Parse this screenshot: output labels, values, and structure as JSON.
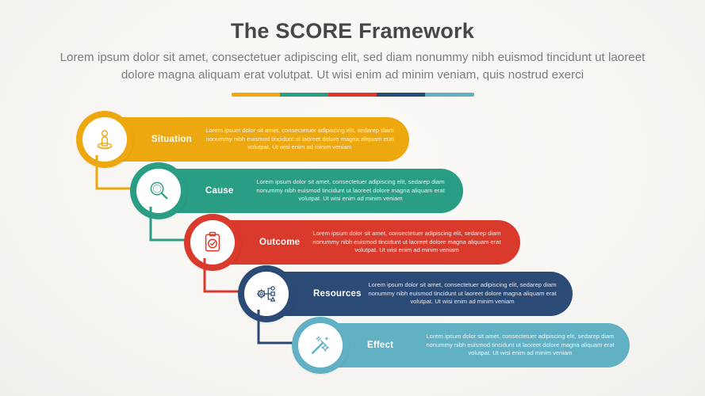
{
  "header": {
    "title": "The SCORE Framework",
    "subtitle": "Lorem ipsum dolor sit amet, consectetuer adipiscing elit, sed diam nonummy nibh euismod tincidunt ut laoreet dolore magna aliquam erat volutpat. Ut wisi enim ad minim veniam, quis nostrud exerci"
  },
  "divider": {
    "colors": [
      "#eda70f",
      "#2a9d85",
      "#d93a2b",
      "#2b4a76",
      "#62b0c4"
    ]
  },
  "rows": [
    {
      "label": "Situation",
      "icon": "meditation-person-icon",
      "color": "#eda70f",
      "description": "Lorem ipsum dolor sit amet, consectetuer adipiscing elit, sedarep diam nonummy nibh euismod tincidunt ut laoreet dolore magna aliquam erat volutpat. Ut wisi enim ad minim veniam"
    },
    {
      "label": "Cause",
      "icon": "magnifier-icon",
      "color": "#2a9d85",
      "description": "Lorem ipsum dolor sit amet, consectetuer adipiscing elit, sedarep diam nonummy nibh euismod tincidunt ut laoreet dolore magna aliquam erat volutpat. Ut wisi enim ad minim veniam"
    },
    {
      "label": "Outcome",
      "icon": "clipboard-check-icon",
      "color": "#d93a2b",
      "description": "Lorem ipsum dolor sit amet, consectetuer adipiscing elit, sedarep diam nonummy nibh euismod tincidunt ut laoreet dolore magna aliquam erat volutpat. Ut wisi enim ad minim veniam"
    },
    {
      "label": "Resources",
      "icon": "gear-nodes-icon",
      "color": "#2b4a76",
      "description": "Lorem ipsum dolor sit amet, consectetuer adipiscing elit, sedarep diam nonummy nibh euismod tincidunt ut laoreet dolore magna aliquam erat volutpat. Ut wisi enim ad minim veniam"
    },
    {
      "label": "Effect",
      "icon": "magic-wand-sparkle-icon",
      "color": "#62b0c4",
      "description": "Lorem ipsum dolor sit amet, consectetuer adipiscing elit, sedarep diam nonummy nibh euismod tincidunt ut laoreet dolore magna aliquam erat volutpat. Ut wisi enim ad minim veniam"
    }
  ]
}
